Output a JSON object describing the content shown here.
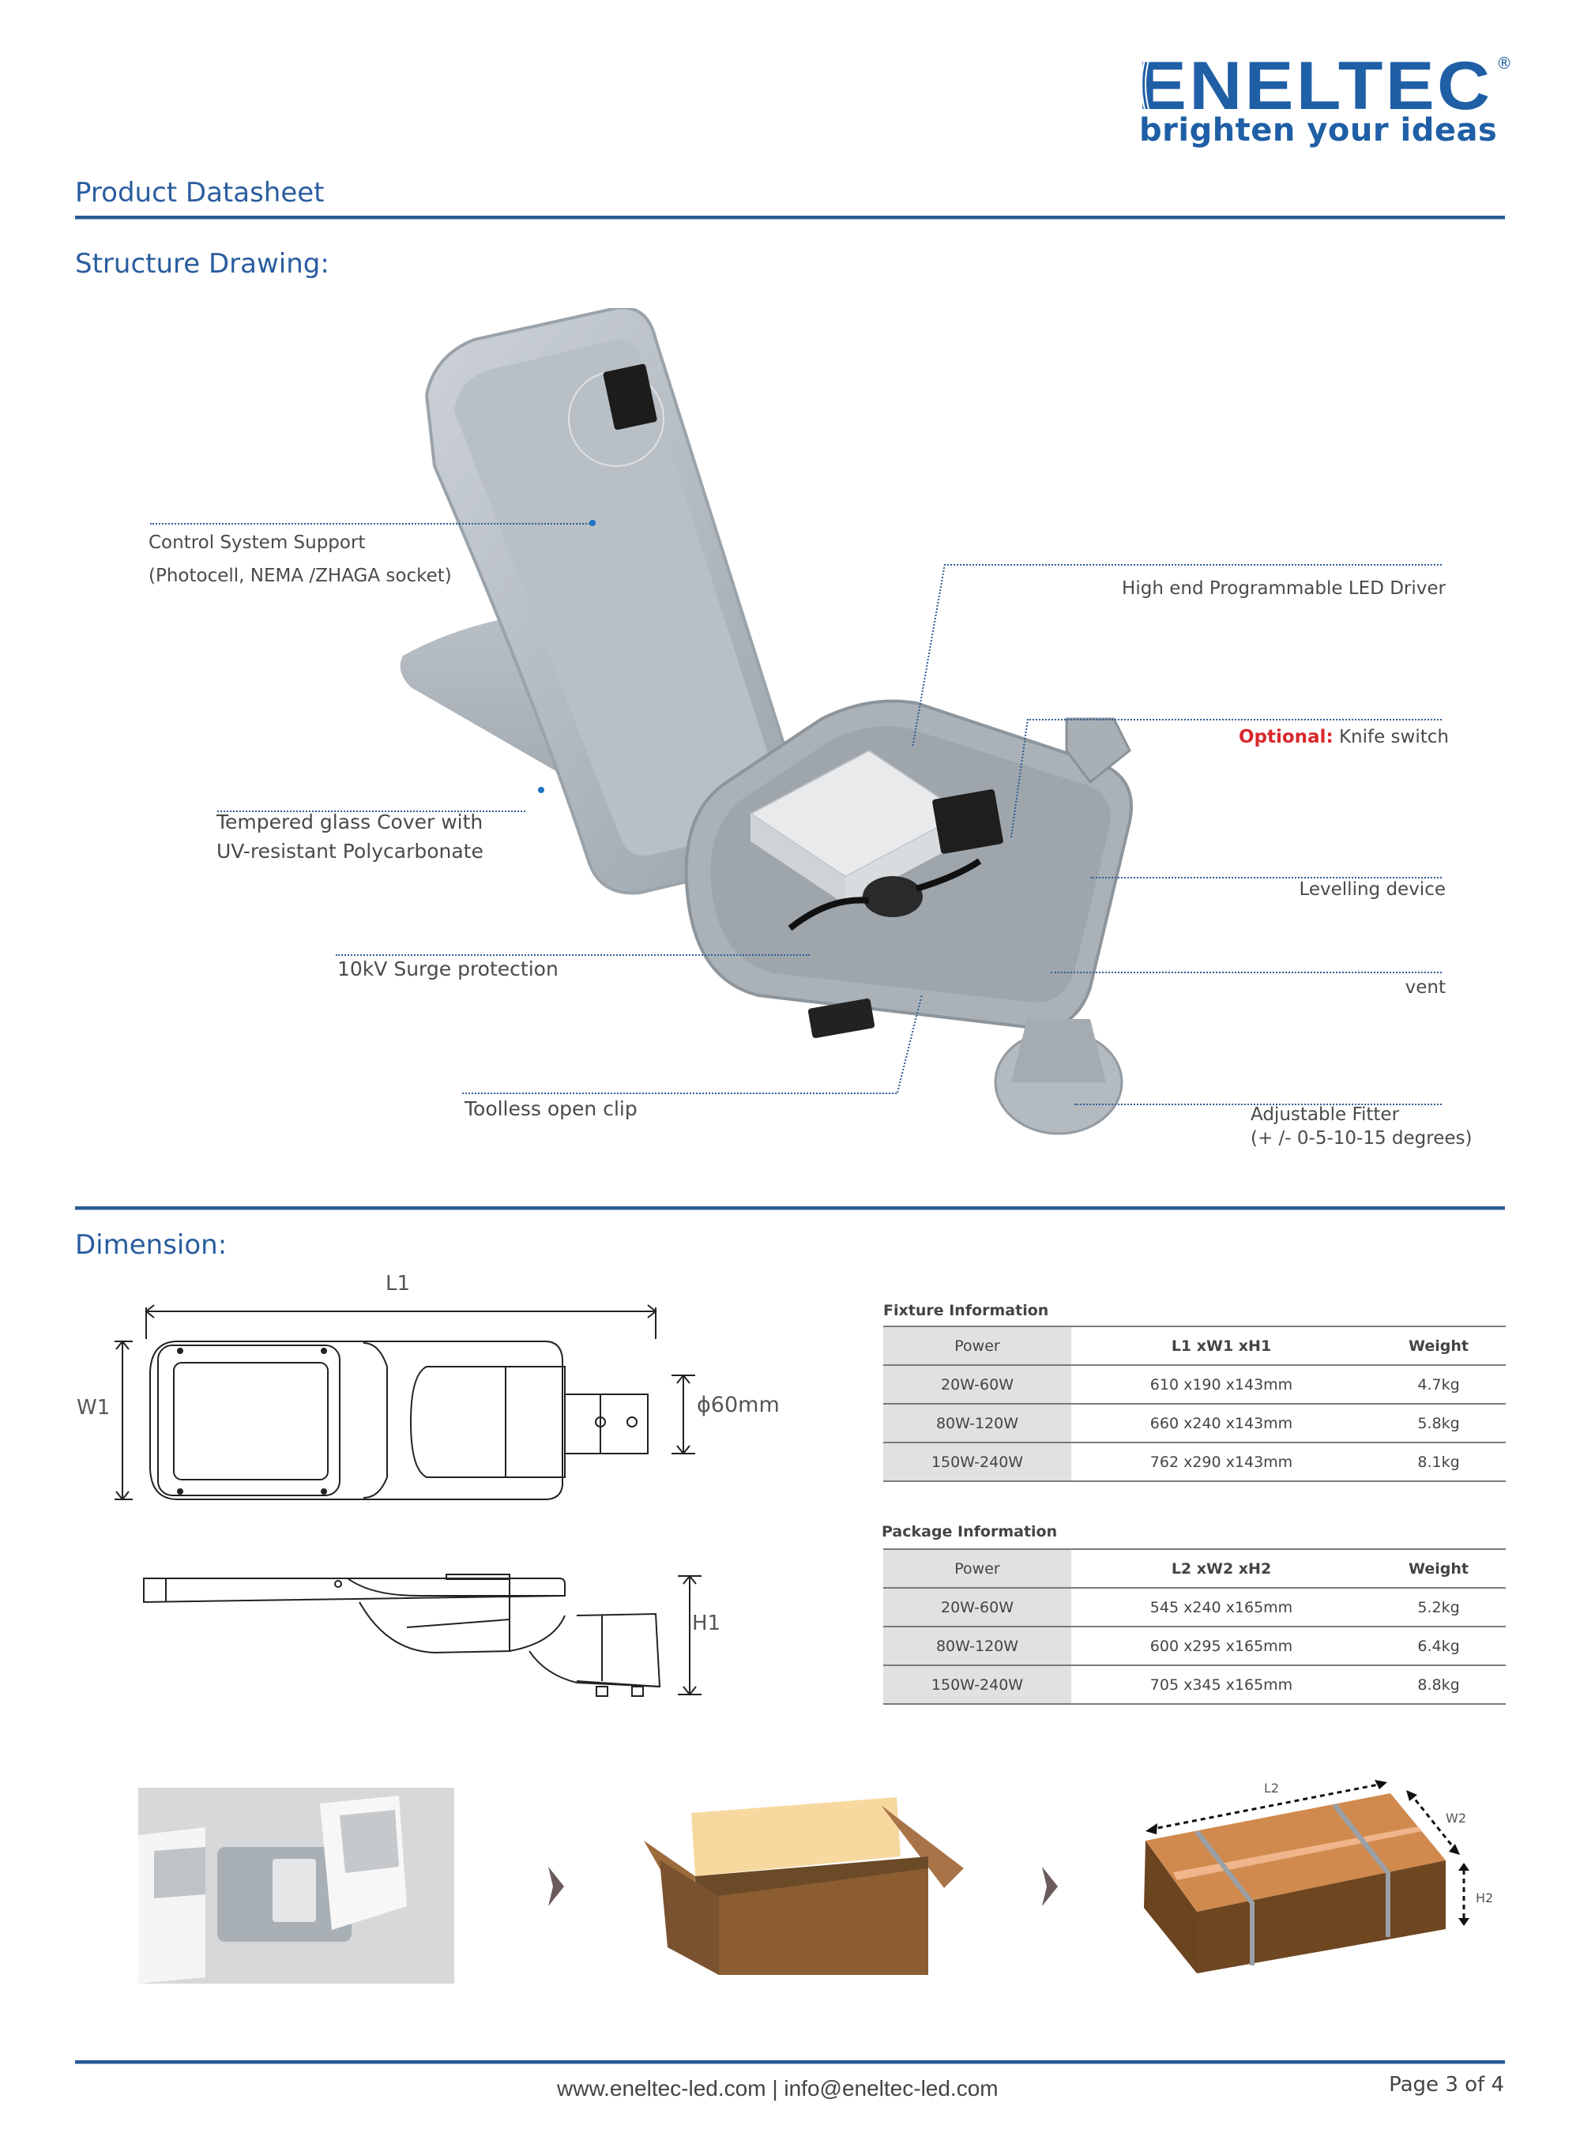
{
  "brand": {
    "name": "ENELTEC",
    "registered_mark": "®",
    "tagline": "brighten your ideas",
    "color": "#1f5fa6"
  },
  "header": {
    "title": "Product Datasheet"
  },
  "structure": {
    "title": "Structure Drawing:",
    "callouts": [
      {
        "id": "control",
        "lines": [
          "Control System Support",
          "(Photocell, NEMA /ZHAGA socket)"
        ]
      },
      {
        "id": "driver",
        "lines": [
          "High end Programmable LED Driver"
        ]
      },
      {
        "id": "knife",
        "prefix": "Optional:",
        "text": "Knife switch"
      },
      {
        "id": "glass",
        "lines": [
          "Tempered glass Cover with",
          "UV-resistant Polycarbonate"
        ]
      },
      {
        "id": "levelling",
        "lines": [
          "Levelling device"
        ]
      },
      {
        "id": "surge",
        "lines": [
          "10kV Surge protection"
        ]
      },
      {
        "id": "vent",
        "lines": [
          "vent"
        ]
      },
      {
        "id": "clip",
        "lines": [
          "Toolless open clip"
        ]
      },
      {
        "id": "fitter",
        "lines": [
          "Adjustable Fitter",
          "(+ /- 0-5-10-15 degrees)"
        ]
      }
    ],
    "colors": {
      "accent_line": "#2f5e98",
      "optional": "#d8282b"
    }
  },
  "dimension": {
    "title": "Dimension:",
    "drawing_labels": {
      "length": "L1",
      "width": "W1",
      "height": "H1",
      "pole": "ϕ60mm"
    },
    "fixture": {
      "caption": "Fixture Information",
      "headers": [
        "Power",
        "L1 xW1 xH1",
        "Weight"
      ],
      "rows": [
        [
          "20W-60W",
          "610 x190 x143mm",
          "4.7kg"
        ],
        [
          "80W-120W",
          "660 x240 x143mm",
          "5.8kg"
        ],
        [
          "150W-240W",
          "762 x290 x143mm",
          "8.1kg"
        ]
      ]
    },
    "package": {
      "caption": "Package Information",
      "headers": [
        "Power",
        "L2 xW2 xH2",
        "Weight"
      ],
      "rows": [
        [
          "20W-60W",
          "545 x240 x165mm",
          "5.2kg"
        ],
        [
          "80W-120W",
          "600 x295 x165mm",
          "6.4kg"
        ],
        [
          "150W-240W",
          "705 x345 x165mm",
          "8.8kg"
        ]
      ]
    },
    "package_box_labels": {
      "length": "L2",
      "width": "W2",
      "height": "H2"
    }
  },
  "footer": {
    "contact": "www.eneltec-led.com | info@eneltec-led.com",
    "page": "Page 3 of 4"
  }
}
